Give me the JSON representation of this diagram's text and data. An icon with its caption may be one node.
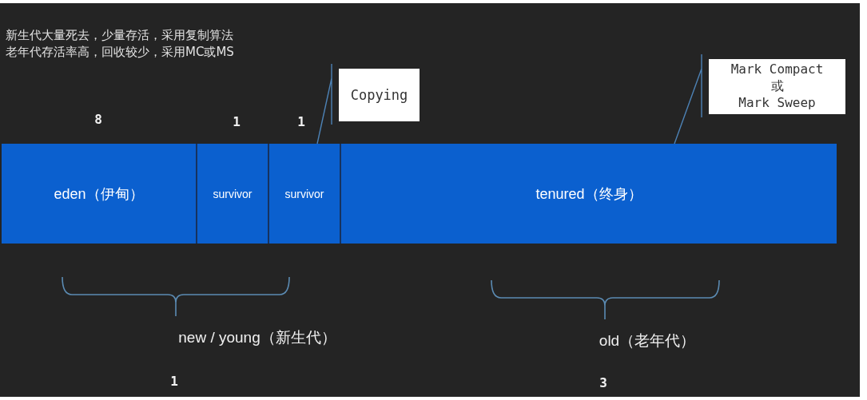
{
  "diagram": {
    "nodes": [
      {
        "text": [
          "eden（伊甸）"
        ],
        "beside": [
          "8"
        ]
      },
      {
        "text": [
          "survivor"
        ],
        "beside": [
          "1"
        ]
      },
      {
        "text": [
          "survivor"
        ],
        "beside": [
          "1"
        ]
      },
      {
        "text": [
          "tenured（终身）"
        ]
      },
      {
        "text": [
          "Copying"
        ]
      },
      {
        "text": [
          "Mark Compact 或 Mark Sweep"
        ]
      }
    ],
    "edges": [
      {
        "from": 4,
        "to": 2,
        "arrow": "none"
      },
      {
        "from": 5,
        "to": 3,
        "arrow": "none"
      }
    ],
    "labels": [
      "新生代大量死去，少量存活，采用复制算法",
      "老年代存活率高，回收较少，采用MC或MS",
      "new / young（新生代）",
      "old（老年代）",
      "1",
      "3"
    ]
  }
}
